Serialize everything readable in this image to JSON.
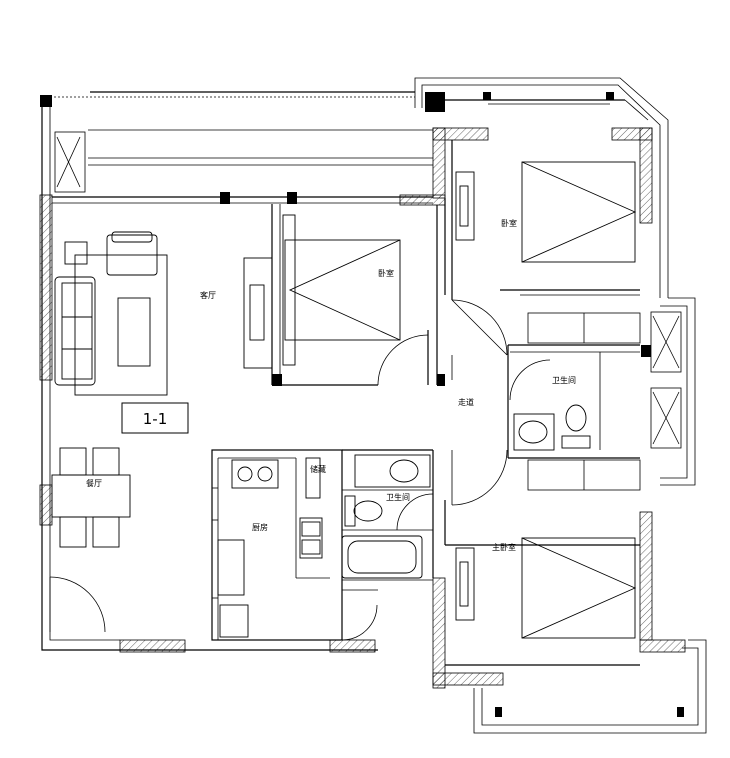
{
  "rooms": {
    "living_room": "客厅",
    "bedroom_middle": "卧室",
    "bedroom_top_right": "卧室",
    "hallway": "走道",
    "bathroom": "卫生间",
    "kitchen": "厨房",
    "dining_room": "餐厅",
    "bathroom_small": "卫生间",
    "master_bedroom": "主卧室",
    "utility": "储藏"
  },
  "section_tag": "1-1",
  "colors": {
    "ink": "#000000",
    "background": "#ffffff"
  }
}
